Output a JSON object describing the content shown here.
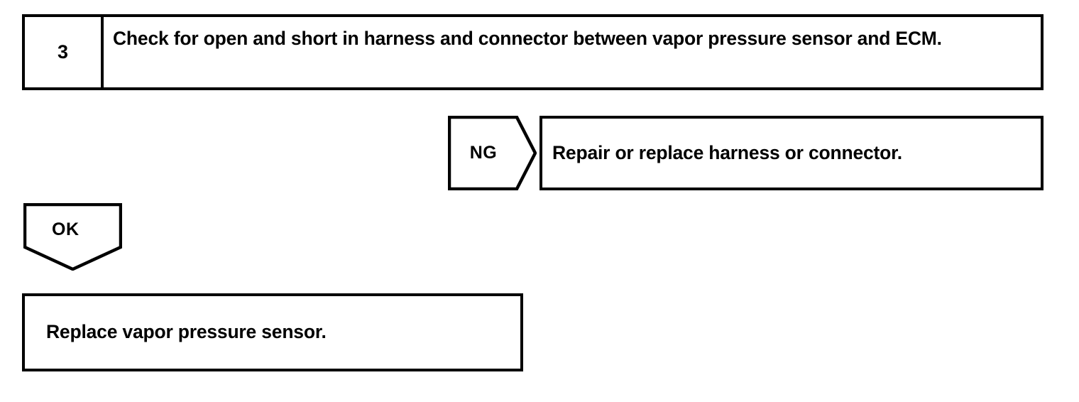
{
  "diagram": {
    "type": "diagnostic-flowchart",
    "stroke_color": "#000000",
    "background_color": "#ffffff",
    "step": {
      "number": "3",
      "instruction": "Check for open and short in harness and connector between vapor pressure sensor and ECM."
    },
    "branches": [
      {
        "label": "NG",
        "direction": "right",
        "result": "Repair or replace harness or connector."
      },
      {
        "label": "OK",
        "direction": "down",
        "result": "Replace vapor pressure sensor."
      }
    ]
  }
}
